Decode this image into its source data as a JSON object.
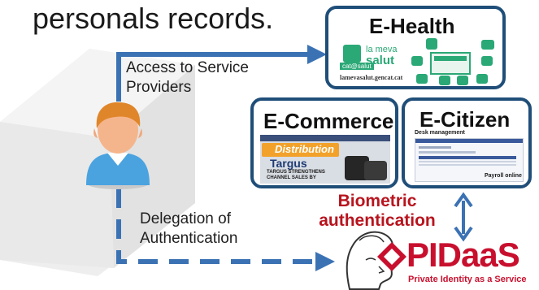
{
  "heading": "personals records.",
  "labels": {
    "access": "Access to Service Providers",
    "delegation": "Delegation of Authentication",
    "biometric": "Biometric authentication"
  },
  "ehealth": {
    "title": "E-Health",
    "logo_left": "cat@salut",
    "logo_right_line1": "la meva",
    "logo_right_line2": "salut",
    "url": "lamevasalut.gencat.cat"
  },
  "ecommerce": {
    "title": "E-Commerce",
    "banner": "Distribution",
    "brand": "Targus",
    "headline": "TARGUS STRENGTHENS CHANNEL SALES BY"
  },
  "ecitizen": {
    "title": "E-Citizen",
    "subtitle": "Desk management",
    "caption": "Payroll online"
  },
  "pidaas": {
    "name": "PIDaaS",
    "tagline": "Private Identity as a Service"
  },
  "colors": {
    "panel_border": "#1f4e79",
    "arrow": "#3b72b4",
    "biometric_text": "#b8141e",
    "pidaas_red": "#c8102e"
  }
}
